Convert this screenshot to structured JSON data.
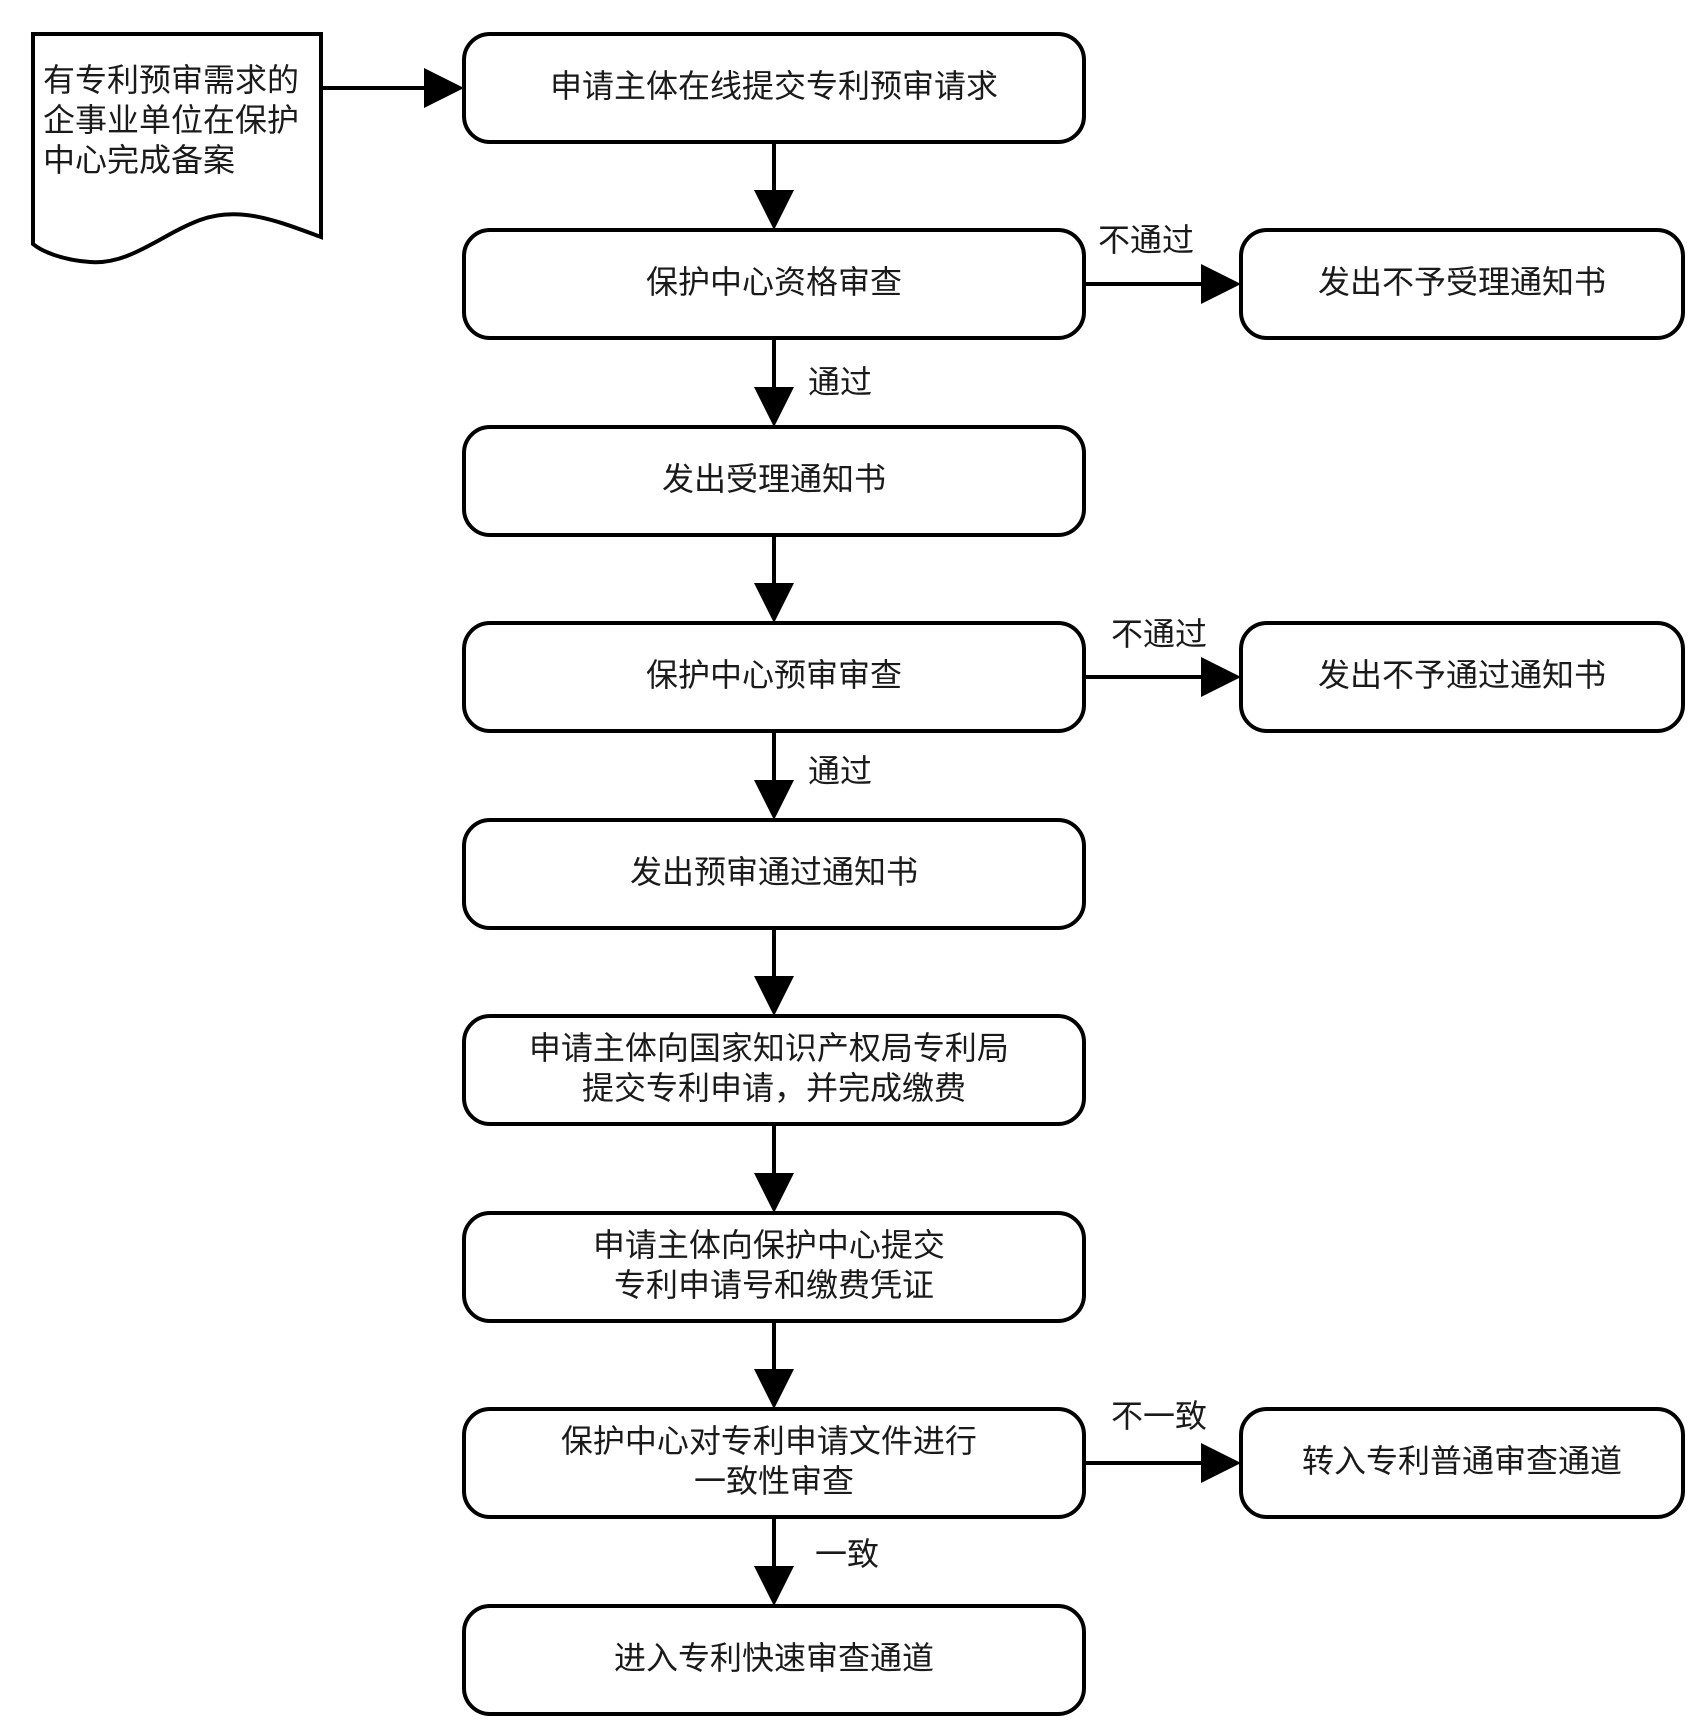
{
  "diagram": {
    "start_doc": {
      "lines": [
        "有专利预审需求的",
        "企事业单位在保护",
        "中心完成备案"
      ]
    },
    "steps": {
      "submit_request": {
        "lines": [
          "申请主体在线提交专利预审请求"
        ]
      },
      "qualification_review": {
        "lines": [
          "保护中心资格审查"
        ]
      },
      "accept_notice": {
        "lines": [
          "发出受理通知书"
        ]
      },
      "pre_review": {
        "lines": [
          "保护中心预审审查"
        ]
      },
      "pre_review_pass_notice": {
        "lines": [
          "发出预审通过通知书"
        ]
      },
      "file_with_cnipa": {
        "lines": [
          "申请主体向国家知识产权局专利局",
          "提交专利申请，并完成缴费"
        ]
      },
      "submit_number": {
        "lines": [
          "申请主体向保护中心提交",
          "专利申请号和缴费凭证"
        ]
      },
      "consistency_review": {
        "lines": [
          "保护中心对专利申请文件进行",
          "一致性审查"
        ]
      },
      "fast_track": {
        "lines": [
          "进入专利快速审查通道"
        ]
      },
      "reject_accept_notice": {
        "lines": [
          "发出不予受理通知书"
        ]
      },
      "reject_pass_notice": {
        "lines": [
          "发出不予通过通知书"
        ]
      },
      "normal_track": {
        "lines": [
          "转入专利普通审查通道"
        ]
      }
    },
    "edge_labels": {
      "fail_1": "不通过",
      "pass_1": "通过",
      "fail_2": "不通过",
      "pass_2": "通过",
      "inconsistent": "不一致",
      "consistent": "一致"
    }
  }
}
